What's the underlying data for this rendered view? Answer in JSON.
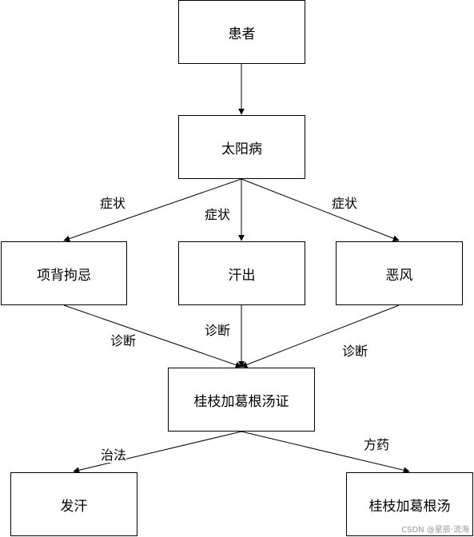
{
  "nodes": {
    "patient": "患者",
    "taiyang": "太阳病",
    "neck": "项背拘忌",
    "sweat": "汗出",
    "wind": "恶风",
    "syndrome": "桂枝加葛根汤证",
    "fahan": "发汗",
    "formula": "桂枝加葛根汤"
  },
  "edge_labels": {
    "symptom_left": "症状",
    "symptom_mid": "症状",
    "symptom_right": "症状",
    "diag_left": "诊断",
    "diag_mid": "诊断",
    "diag_right": "诊断",
    "treatment": "治法",
    "prescription": "方药"
  },
  "watermark": "CSDN @星辰·流海"
}
